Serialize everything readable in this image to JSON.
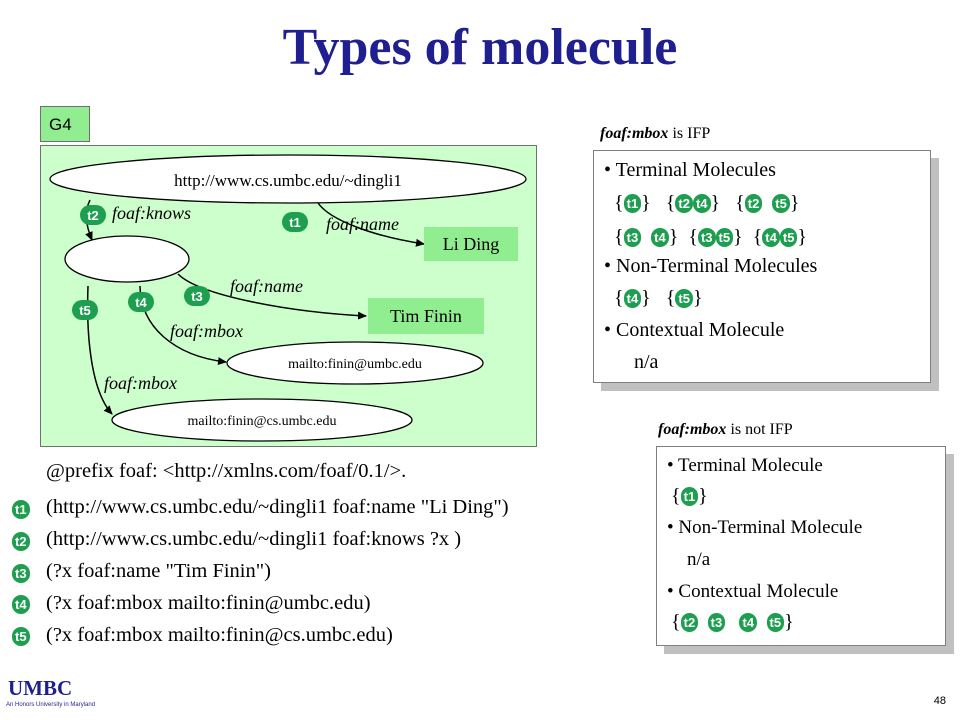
{
  "title": "Types of molecule",
  "graph": {
    "label": "G4",
    "subject_node": "http://www.cs.umbc.edu/~dingli1",
    "li_ding": "Li Ding",
    "tim_finin": "Tim Finin",
    "mbox1": "mailto:finin@umbc.edu",
    "mbox2": "mailto:finin@cs.umbc.edu",
    "edge_knows": "foaf:knows",
    "edge_name1": "foaf:name",
    "edge_name2": "foaf:name",
    "edge_mbox1": "foaf:mbox",
    "edge_mbox2": "foaf:mbox",
    "tags": {
      "t1": "t1",
      "t2": "t2",
      "t3": "t3",
      "t4": "t4",
      "t5": "t5"
    }
  },
  "panel_ifp": {
    "caption_term": "foaf:mbox",
    "caption_rest": " is IFP",
    "terminal": "• Terminal Molecules",
    "non_terminal": "• Non-Terminal Molecules",
    "contextual": "• Contextual Molecule",
    "na": "n/a"
  },
  "panel_not_ifp": {
    "caption_term": "foaf:mbox",
    "caption_rest": " is not IFP",
    "terminal": "• Terminal Molecule",
    "non_terminal": "• Non-Terminal Molecule",
    "na": "n/a",
    "contextual": "• Contextual Molecule"
  },
  "code": {
    "prefix": "@prefix foaf: <http://xmlns.com/foaf/0.1/>.",
    "lines": [
      {
        "tag": "t1",
        "text": "(http://www.cs.umbc.edu/~dingli1 foaf:name \"Li Ding\")"
      },
      {
        "tag": "t2",
        "text": "(http://www.cs.umbc.edu/~dingli1 foaf:knows ?x )"
      },
      {
        "tag": "t3",
        "text": "(?x foaf:name \"Tim Finin\")"
      },
      {
        "tag": "t4",
        "text": "(?x foaf:mbox mailto:finin@umbc.edu)"
      },
      {
        "tag": "t5",
        "text": "(?x foaf:mbox mailto:finin@cs.umbc.edu)"
      }
    ]
  },
  "footer": {
    "logo": "UMBC",
    "tagline": "An Honors University in Maryland",
    "page": "48"
  },
  "colors": {
    "title": "#1f1f8f",
    "graph_bg": "#ccffcc",
    "node_green": "#90ee90",
    "badge": "#1e9f50"
  }
}
